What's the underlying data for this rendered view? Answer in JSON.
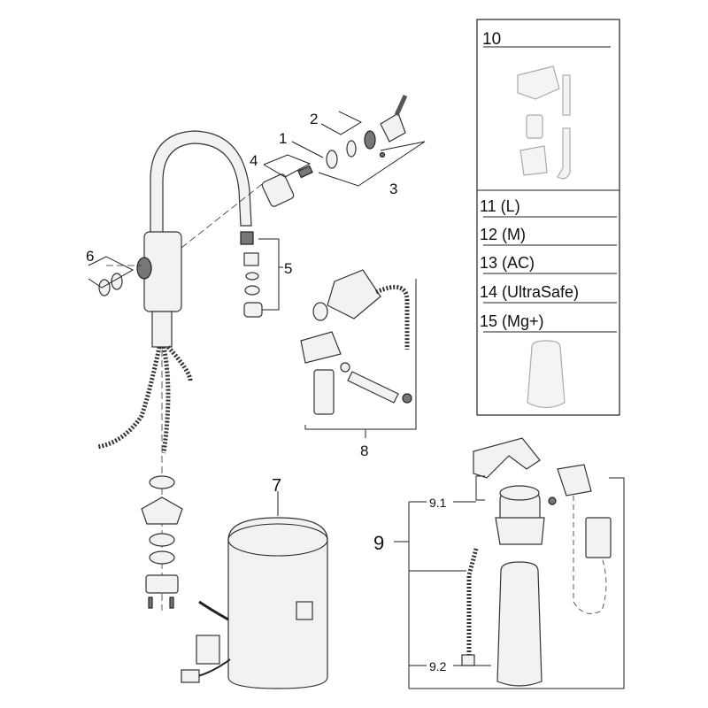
{
  "callouts": {
    "c1": "1",
    "c2": "2",
    "c3": "3",
    "c4": "4",
    "c5": "5",
    "c6": "6",
    "c7": "7",
    "c8": "8",
    "c9": "9",
    "c9_1": "9.1",
    "c9_2": "9.2"
  },
  "side_panel": {
    "kit_label": "10",
    "filters": [
      "11 (L)",
      "12 (M)",
      "13 (AC)",
      "14 (UltraSafe)",
      "15 (Mg+)"
    ]
  }
}
